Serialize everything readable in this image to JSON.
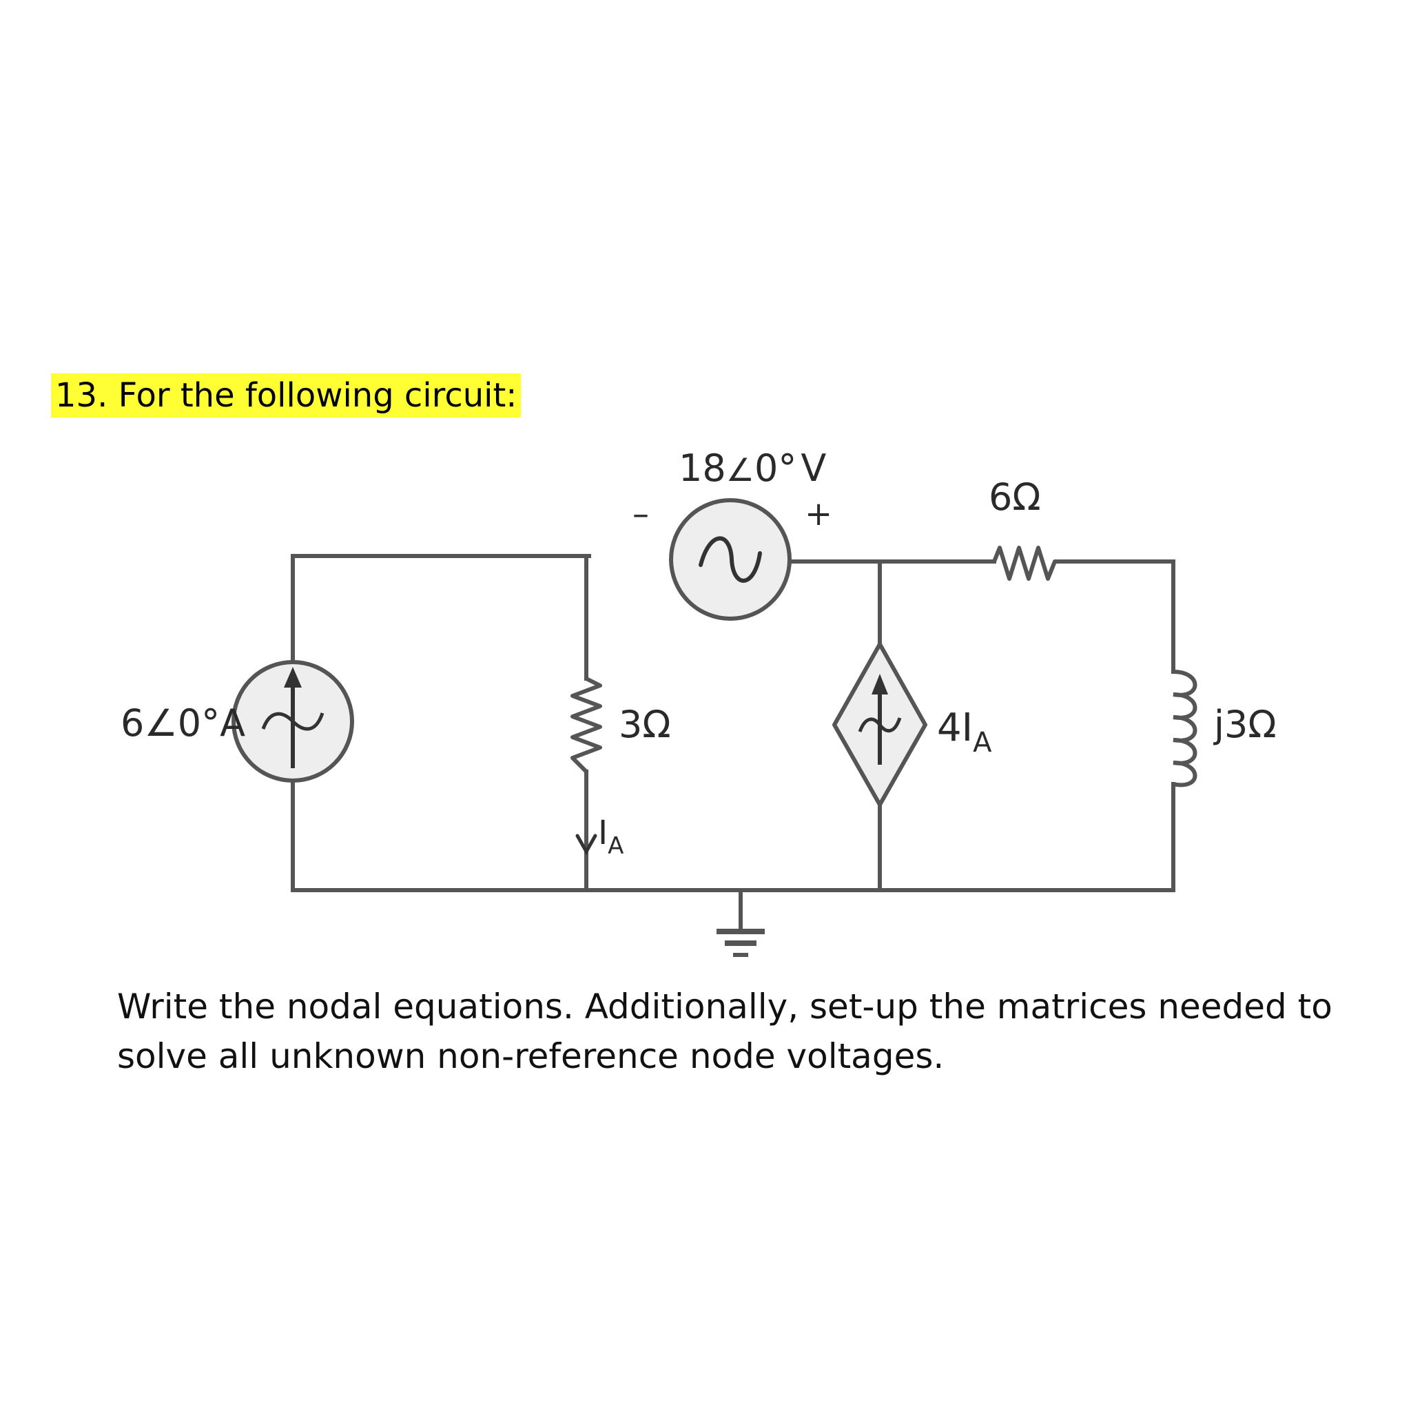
{
  "question": {
    "title": "13. For the following circuit:",
    "highlight_color": "#ffff33"
  },
  "circuit": {
    "voltage_source": {
      "value": "18",
      "angle": "0°",
      "unit": "V",
      "minus": "–",
      "plus": "+"
    },
    "current_source": {
      "label": "6∠0°A"
    },
    "resistor_top": {
      "label": "6Ω"
    },
    "resistor_left": {
      "label": "3Ω"
    },
    "current_label": {
      "main": "I",
      "sub": "A"
    },
    "dependent_source": {
      "coef": "4I",
      "sub": "A"
    },
    "inductor": {
      "label": "j3Ω"
    }
  },
  "instructions": {
    "text": "Write the nodal equations. Additionally, set-up the matrices needed to solve all unknown non-reference node voltages."
  }
}
